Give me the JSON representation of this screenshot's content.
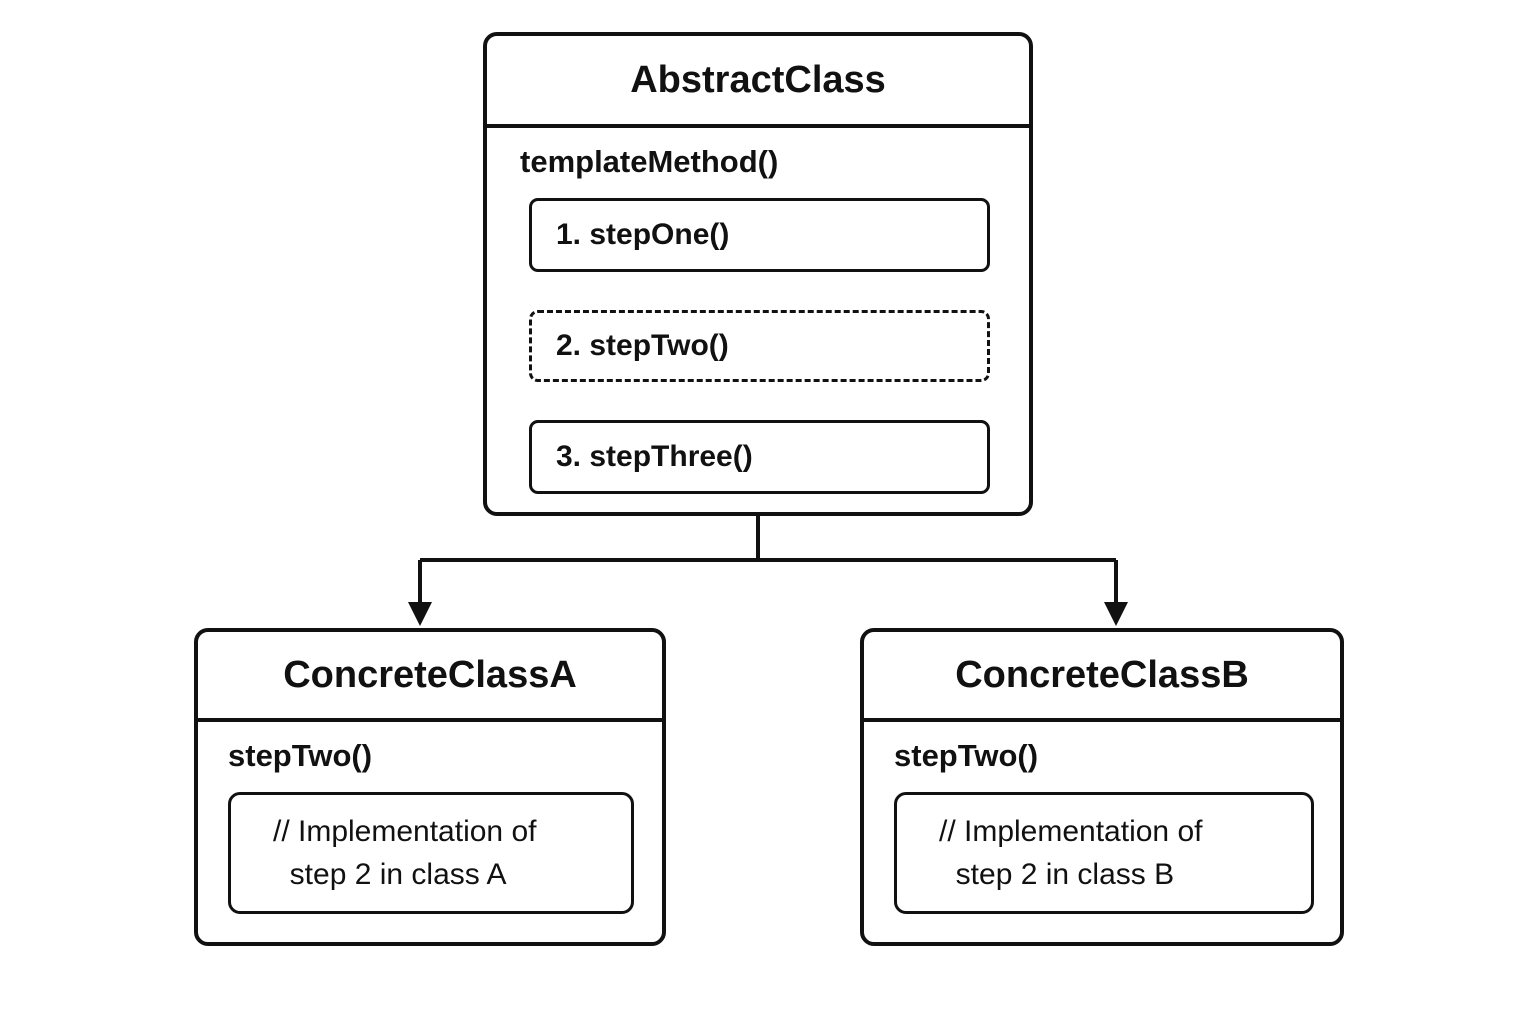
{
  "abstract_class": {
    "name": "AbstractClass",
    "method": "templateMethod()",
    "steps": [
      {
        "label": "1. stepOne()",
        "style": "solid"
      },
      {
        "label": "2. stepTwo()",
        "style": "dashed"
      },
      {
        "label": "3. stepThree()",
        "style": "solid"
      }
    ]
  },
  "concrete_classes": [
    {
      "name": "ConcreteClassA",
      "method": "stepTwo()",
      "implementation": "// Implementation of\n  step 2 in class A"
    },
    {
      "name": "ConcreteClassB",
      "method": "stepTwo()",
      "implementation": "// Implementation of\n  step 2 in class B"
    }
  ]
}
